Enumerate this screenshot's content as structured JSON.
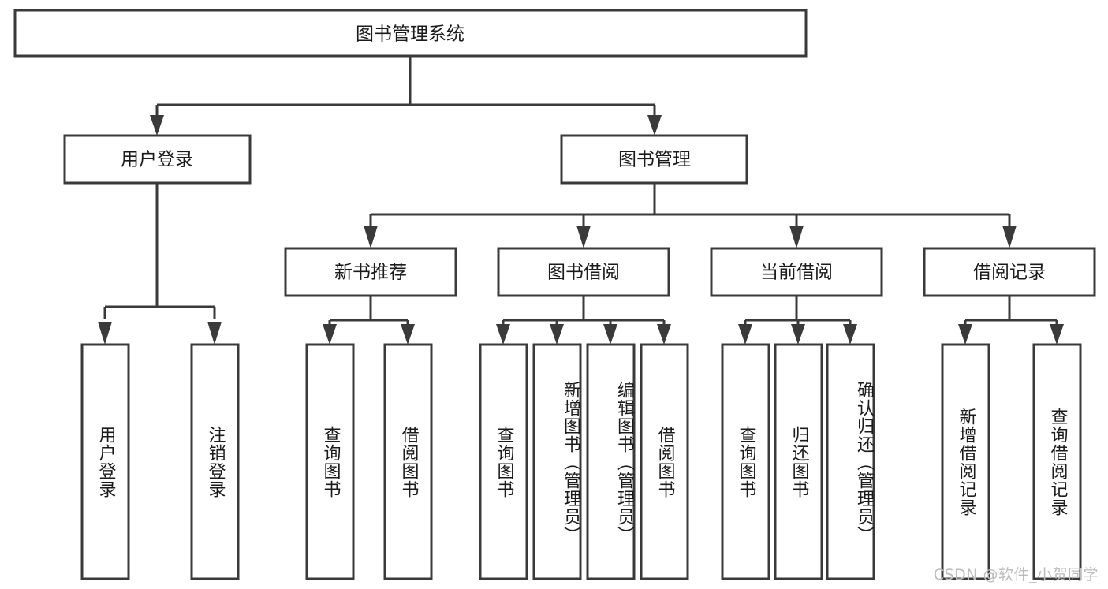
{
  "diagram": {
    "title": "图书管理系统",
    "type": "tree",
    "watermark": "CSDN @软件_小贺同学",
    "colors": {
      "stroke": "#3a3a3a",
      "fill": "#ffffff",
      "text": "#1b1b1b",
      "watermark": "#bcbcbc",
      "background": "#ffffff"
    },
    "levels": {
      "root": {
        "label": "图书管理系统"
      },
      "level2": [
        {
          "label": "用户登录"
        },
        {
          "label": "图书管理"
        }
      ],
      "level3": [
        {
          "label": "新书推荐",
          "parent": "图书管理"
        },
        {
          "label": "图书借阅",
          "parent": "图书管理"
        },
        {
          "label": "当前借阅",
          "parent": "图书管理"
        },
        {
          "label": "借阅记录",
          "parent": "图书管理"
        }
      ],
      "level4": [
        {
          "label": "用户登录",
          "parent": "用户登录"
        },
        {
          "label": "注销登录",
          "parent": "用户登录"
        },
        {
          "label": "查询图书",
          "parent": "新书推荐"
        },
        {
          "label": "借阅图书",
          "parent": "新书推荐"
        },
        {
          "label": "查询图书",
          "parent": "图书借阅"
        },
        {
          "label": "新增图书（管理员）",
          "parent": "图书借阅"
        },
        {
          "label": "编辑图书（管理员）",
          "parent": "图书借阅"
        },
        {
          "label": "借阅图书",
          "parent": "图书借阅"
        },
        {
          "label": "查询图书",
          "parent": "当前借阅"
        },
        {
          "label": "归还图书",
          "parent": "当前借阅"
        },
        {
          "label": "确认归还（管理员）",
          "parent": "当前借阅"
        },
        {
          "label": "新增借阅记录",
          "parent": "借阅记录"
        },
        {
          "label": "查询借阅记录",
          "parent": "借阅记录"
        }
      ]
    }
  }
}
